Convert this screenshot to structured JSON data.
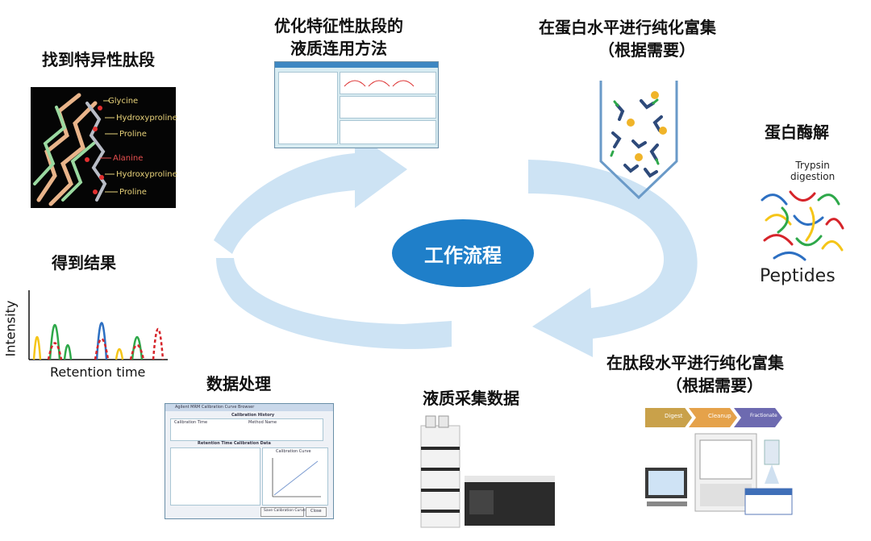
{
  "center": {
    "label": "工作流程"
  },
  "steps": {
    "find_peptides": {
      "title": "找到特异性肽段"
    },
    "optimize_lc": {
      "title_line1": "优化特征性肽段的",
      "title_line2": "液质连用方法"
    },
    "protein_enrich": {
      "title_line1": "在蛋白水平进行纯化富集",
      "title_line2": "（根据需要）"
    },
    "digestion": {
      "title": "蛋白酶解",
      "trypsin_line1": "Trypsin",
      "trypsin_line2": "digestion",
      "peptides_label": "Peptides"
    },
    "peptide_enrich": {
      "title_line1": "在肽段水平进行纯化富集",
      "title_line2": "（根据需要）"
    },
    "lcms_acquire": {
      "title": "液质采集数据"
    },
    "data_processing": {
      "title": "数据处理"
    },
    "results": {
      "title": "得到结果",
      "ylabel": "Intensity",
      "xlabel": "Retention time"
    }
  },
  "molecule_labels": [
    "Glycine",
    "Hydroxyproline",
    "Proline",
    "Alanine",
    "Hydroxyproline",
    "Proline"
  ],
  "calibration_window": {
    "title": "Agilent MRM Calibration Curve Browser",
    "history_header": "Calibration History",
    "col_time": "Calibration Time",
    "col_method": "Method Name",
    "rt_header": "Retention Time Calibration Data",
    "curve_title": "Calibration Curve",
    "save_button": "Save Calibration Curve",
    "close_button": "Close"
  },
  "enrichment_steps": [
    "Digest",
    "Cleanup",
    "Fractionate"
  ],
  "colors": {
    "arrow": "#cde3f4",
    "hub": "#1f7fc9",
    "trace_yellow": "#f5c518",
    "trace_green": "#2ea84a",
    "trace_blue": "#2c6fc2",
    "trace_red": "#d6242a"
  }
}
